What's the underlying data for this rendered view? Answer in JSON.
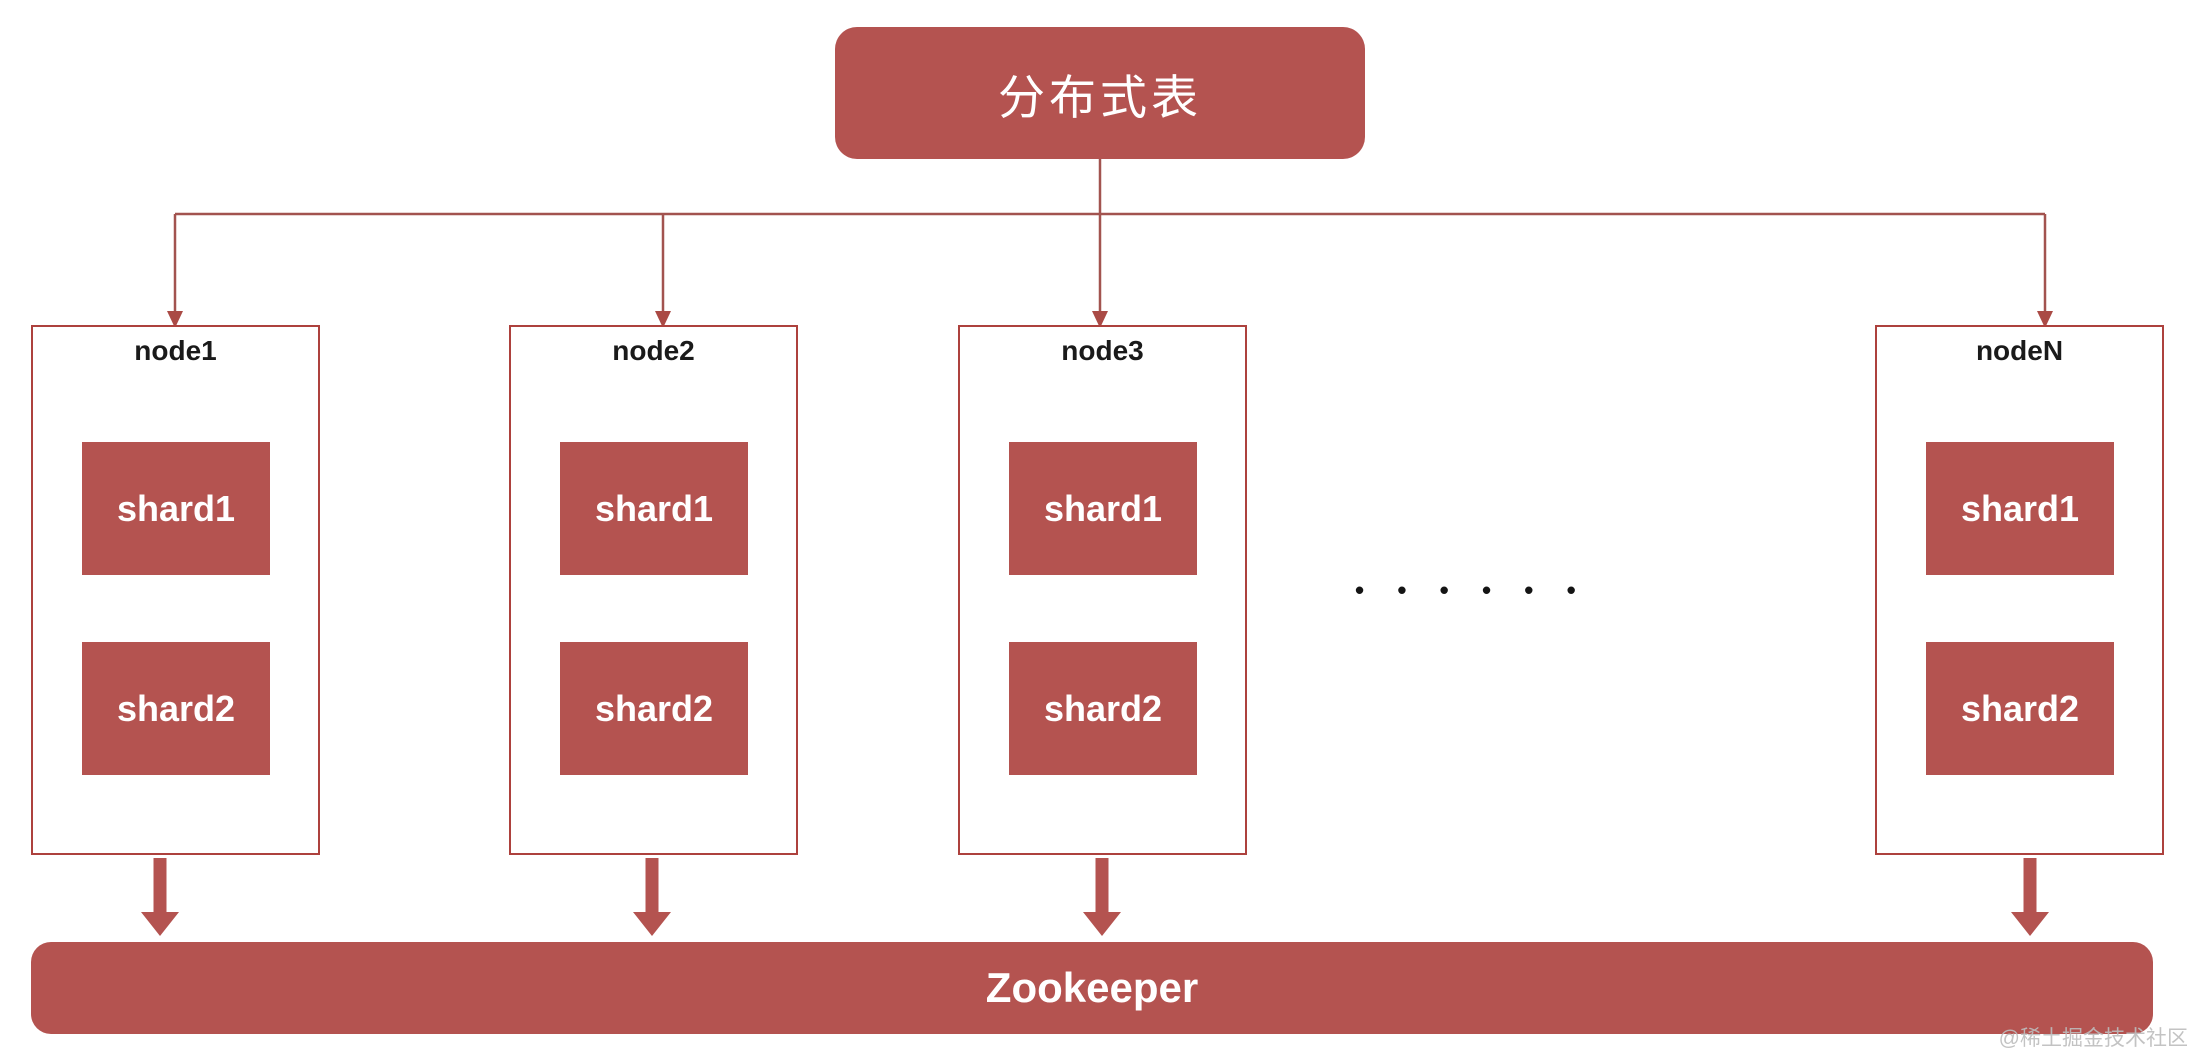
{
  "diagram": {
    "root_label": "分布式表",
    "nodes": [
      {
        "label": "node1",
        "shards": [
          "shard1",
          "shard2"
        ]
      },
      {
        "label": "node2",
        "shards": [
          "shard1",
          "shard2"
        ]
      },
      {
        "label": "node3",
        "shards": [
          "shard1",
          "shard2"
        ]
      },
      {
        "label": "nodeN",
        "shards": [
          "shard1",
          "shard2"
        ]
      }
    ],
    "ellipsis": "• • • • • •",
    "zookeeper_label": "Zookeeper"
  },
  "watermark": {
    "text": "@稀土掘金技术社区"
  },
  "colors": {
    "box_fill": "#b45350",
    "node_border": "#ad413d",
    "connector": "#a2534f",
    "arrow_fill": "#aa4a45",
    "node_label_text": "#1a1a1a",
    "box_text": "#ffffff",
    "watermark_text": "#bdbdbd",
    "background": "#ffffff"
  }
}
